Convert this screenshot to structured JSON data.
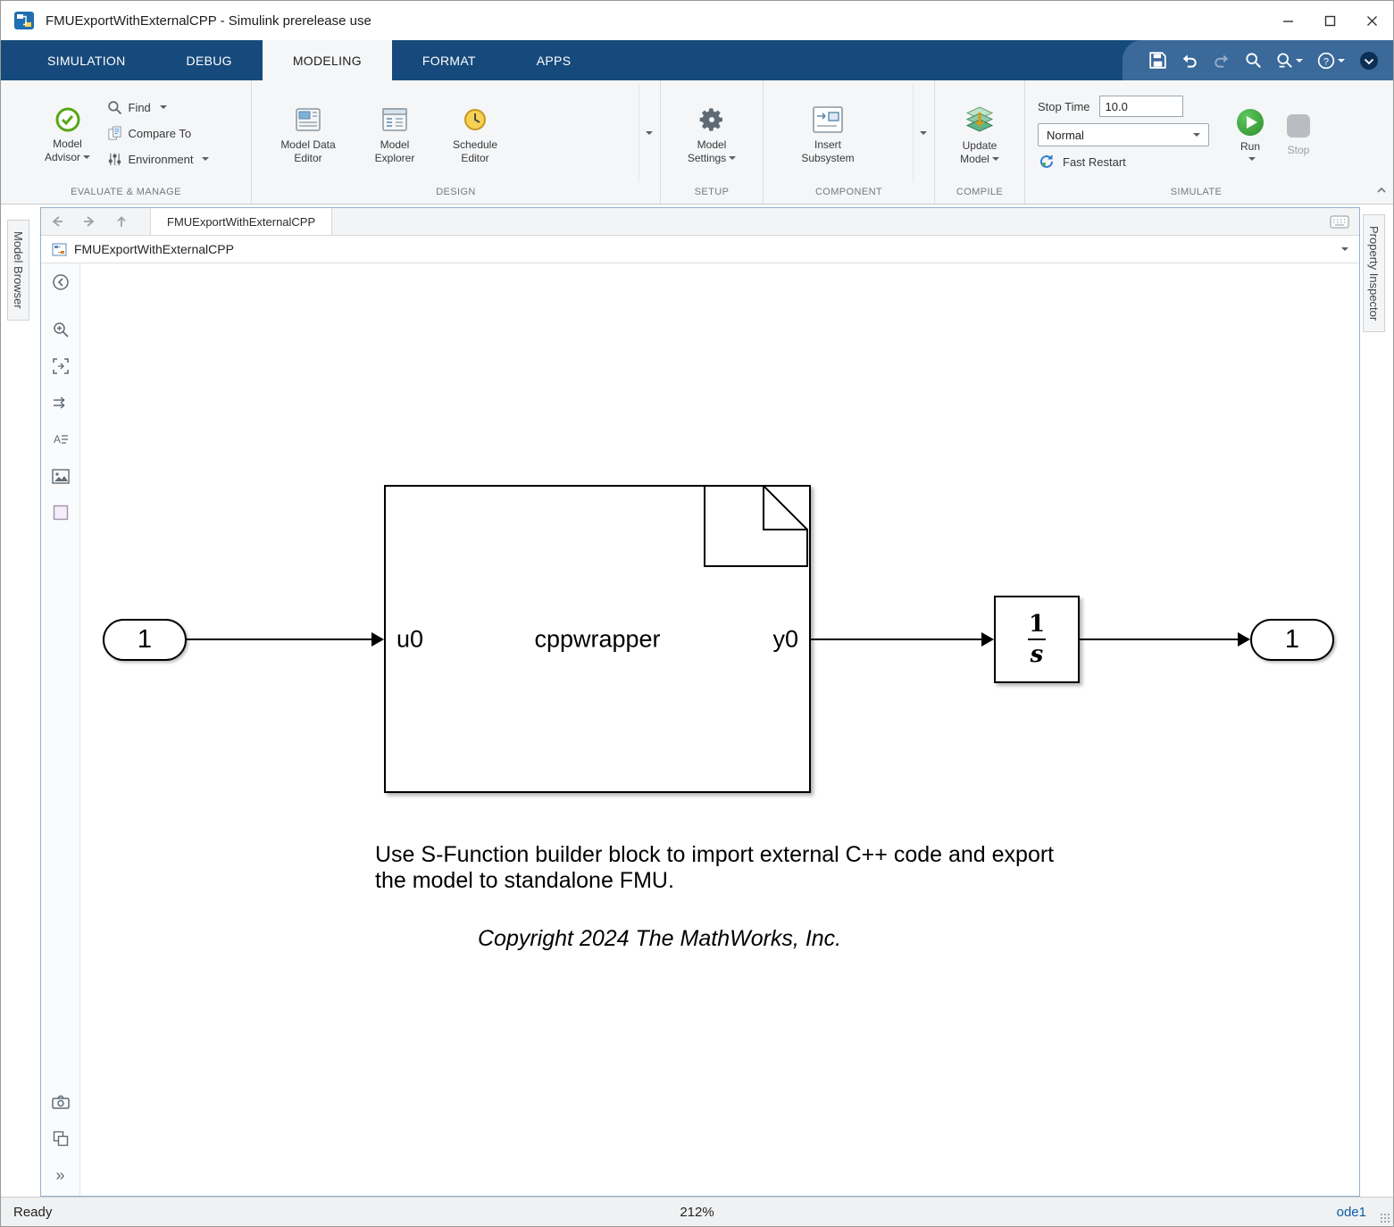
{
  "window": {
    "title": "FMUExportWithExternalCPP - Simulink prerelease use"
  },
  "tabs": {
    "simulation": "SIMULATION",
    "debug": "DEBUG",
    "modeling": "MODELING",
    "format": "FORMAT",
    "apps": "APPS"
  },
  "ribbon": {
    "evaluate": {
      "label": "EVALUATE & MANAGE",
      "model_advisor": "Model Advisor",
      "find": "Find",
      "compare_to": "Compare To",
      "environment": "Environment"
    },
    "design": {
      "label": "DESIGN",
      "model_data_editor": "Model Data Editor",
      "model_explorer": "Model Explorer",
      "schedule_editor": "Schedule Editor"
    },
    "setup": {
      "label": "SETUP",
      "model_settings": "Model Settings"
    },
    "component": {
      "label": "COMPONENT",
      "insert_subsystem": "Insert Subsystem"
    },
    "compile": {
      "label": "COMPILE",
      "update_model": "Update Model"
    },
    "simulate": {
      "label": "SIMULATE",
      "stop_time_label": "Stop Time",
      "stop_time_value": "10.0",
      "mode": "Normal",
      "fast_restart": "Fast Restart",
      "run": "Run",
      "stop": "Stop"
    }
  },
  "side_panels": {
    "left": "Model Browser",
    "right": "Property Inspector"
  },
  "document": {
    "tab": "FMUExportWithExternalCPP",
    "breadcrumb": "FMUExportWithExternalCPP"
  },
  "diagram": {
    "inport": "1",
    "outport": "1",
    "sfunction": {
      "name": "cppwrapper",
      "in_port": "u0",
      "out_port": "y0"
    },
    "integrator": {
      "numerator": "1",
      "denominator": "s"
    },
    "annotation": {
      "line1": "Use S-Function builder block to import external C++ code and export",
      "line2": "the model to standalone FMU."
    },
    "copyright": "Copyright 2024 The MathWorks, Inc."
  },
  "status": {
    "ready": "Ready",
    "zoom": "212%",
    "solver": "ode1"
  },
  "icons": {
    "more_tools": "»"
  },
  "colors": {
    "toolstrip_blue": "#174a7c",
    "qat_blue": "#3a699a",
    "run_green": "#2c8f2c",
    "solver_link": "#0b5cad"
  }
}
